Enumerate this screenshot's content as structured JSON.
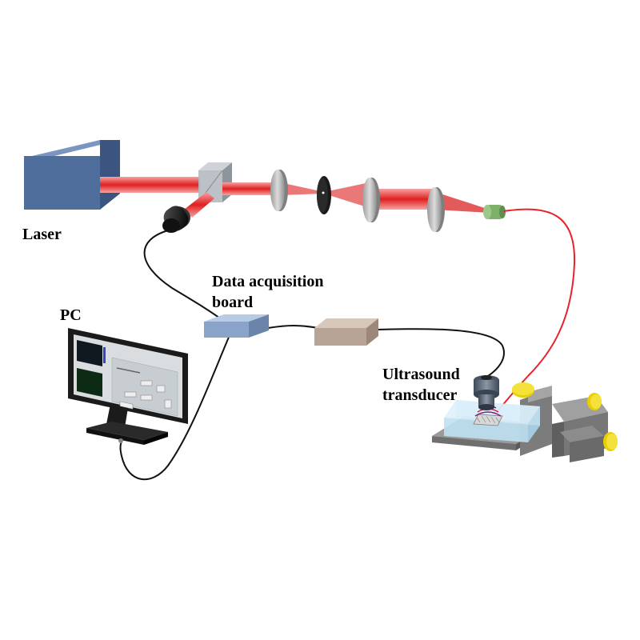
{
  "labels": {
    "laser": "Laser",
    "pc": "PC",
    "daq_line1": "Data acquisition",
    "daq_line2": "board",
    "us_line1": "Ultrasound",
    "us_line2": "transducer"
  },
  "colors": {
    "beam": "#e8222a",
    "fiber": "#e8222a",
    "cable": "#111111",
    "laser_box": "#4f6e9c",
    "daq_box": "#8aa3c9",
    "amp_box": "#b8a496",
    "coupler": "#7fb069",
    "stage_metal": "#8a8a8a",
    "knob": "#e8d000",
    "water": "#c8e6f5"
  }
}
